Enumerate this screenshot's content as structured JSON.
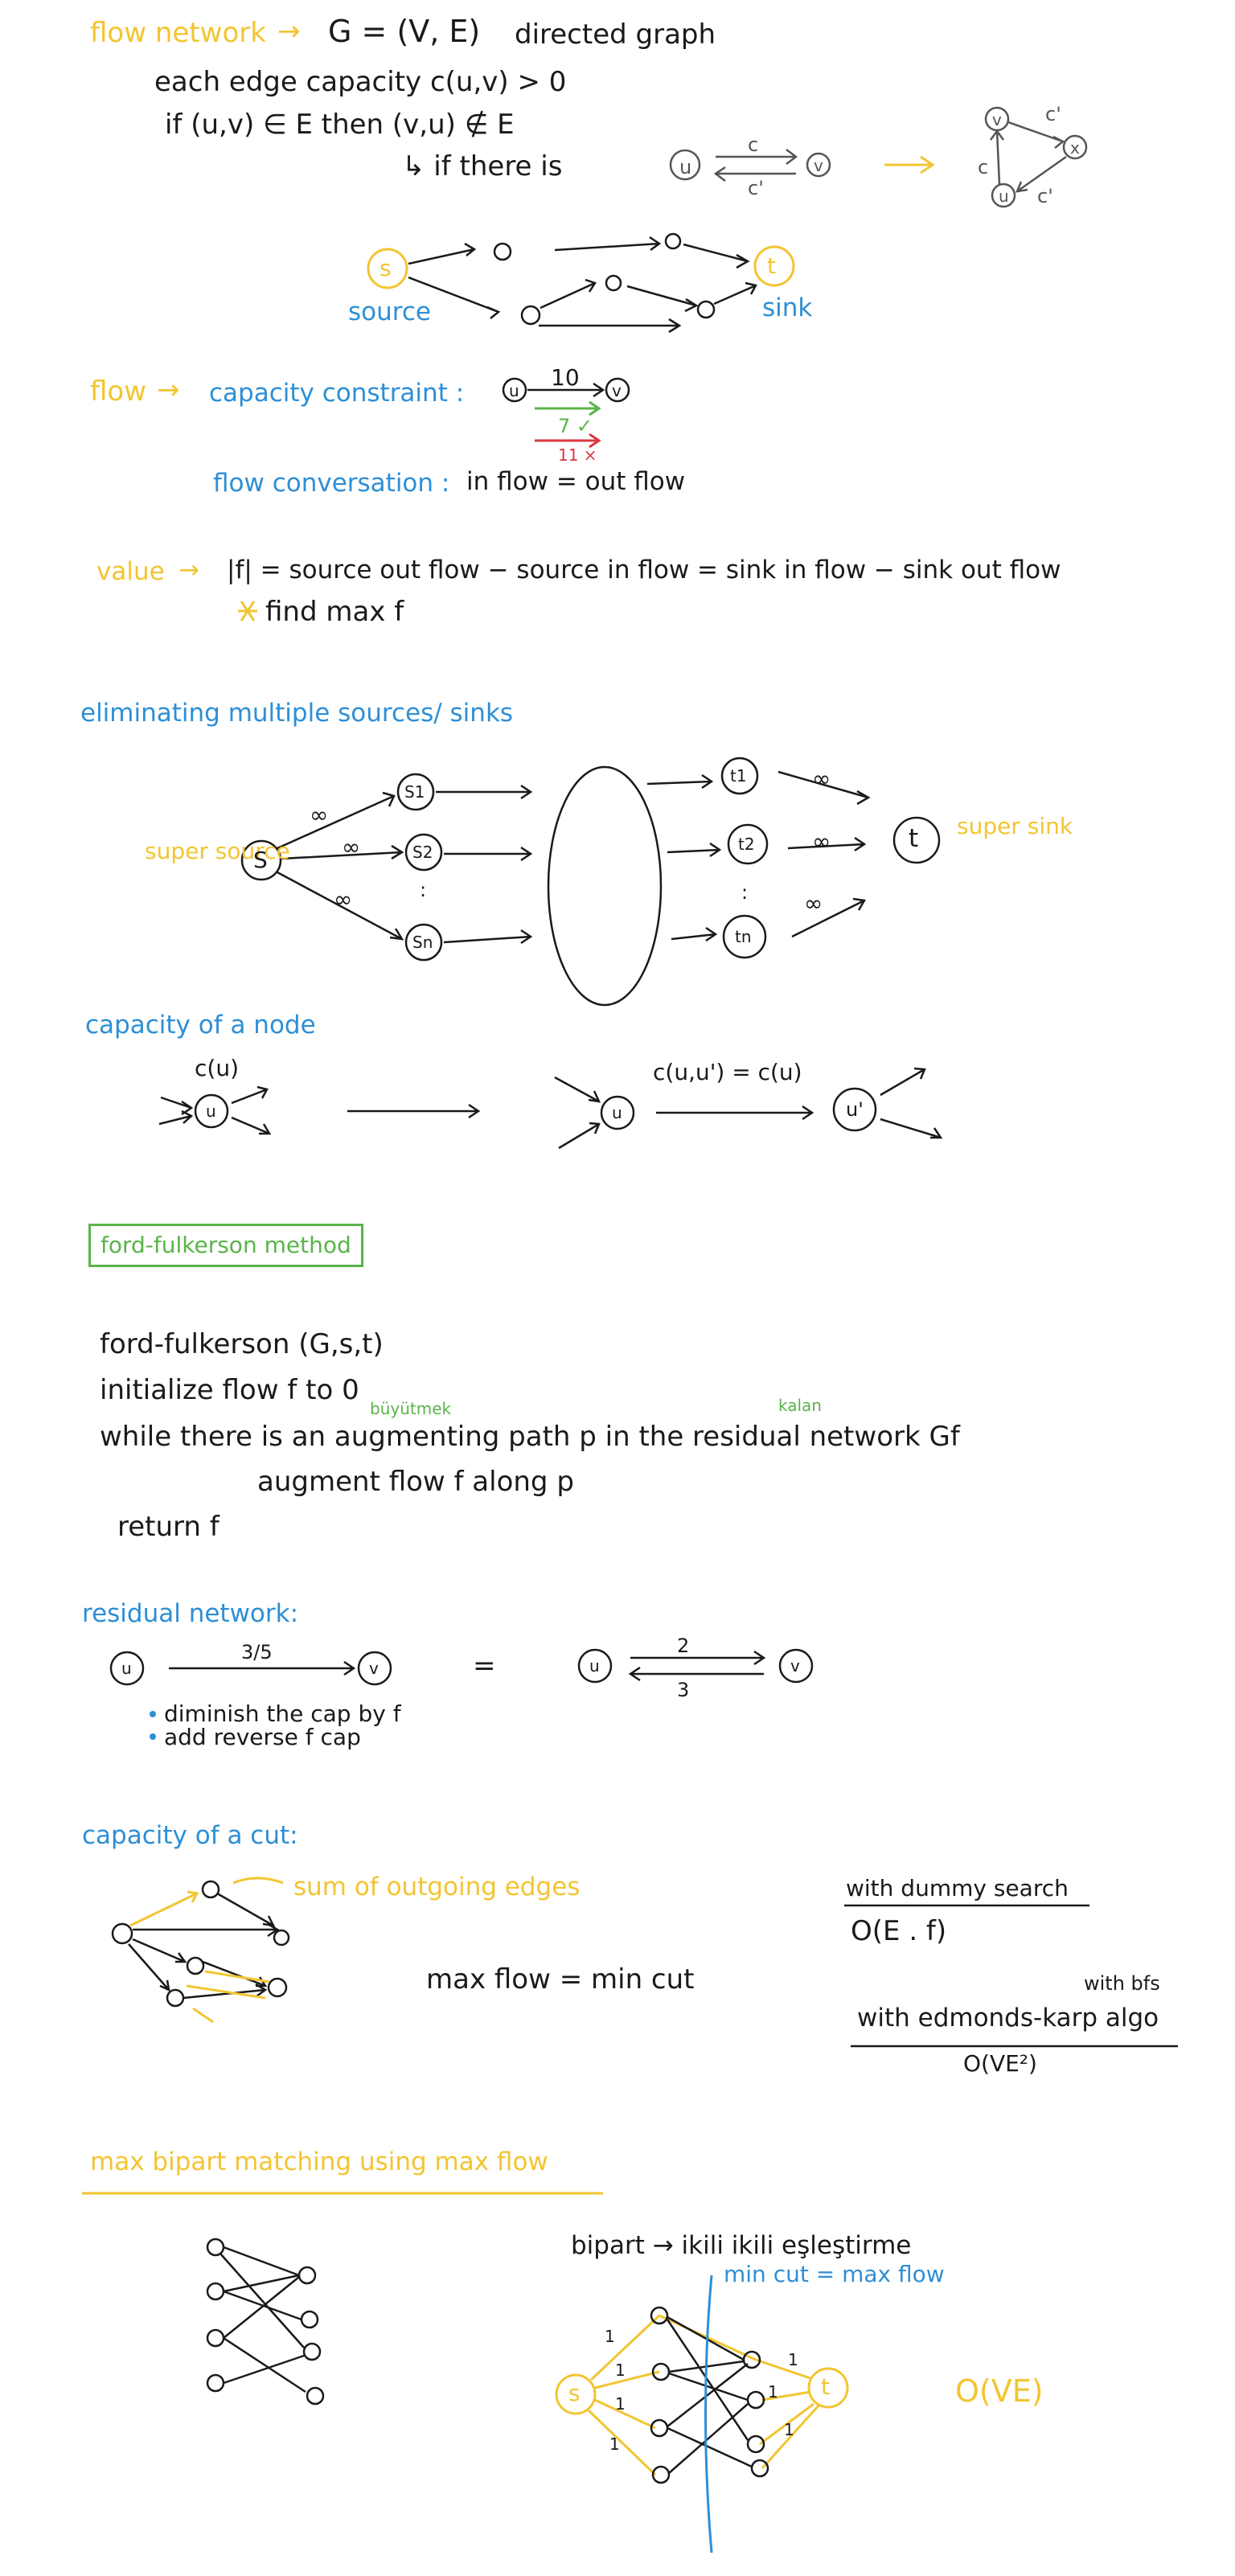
{
  "colors": {
    "ink": "#1a1a1a",
    "yellow": "#f2c531",
    "blue": "#2d8fd6",
    "green": "#5ab44a",
    "red": "#d9373f"
  },
  "s1": {
    "label": "flow network",
    "arrow": "→",
    "def": "G = (V, E)",
    "kind": "directed graph",
    "l2": "each edge capacity c(u,v) > 0",
    "l3": "if (u,v) ∈ E then (v,u) ∉ E",
    "l4": "↳ if there is",
    "c": "c",
    "c2": "c'",
    "u": "u",
    "v": "v",
    "x": "x",
    "s": "s",
    "t": "t",
    "source": "source",
    "sink": "sink"
  },
  "s2": {
    "flow": "flow",
    "capacity_constraint": "capacity constraint :",
    "u": "u",
    "v": "v",
    "cap": "10",
    "ok_val": "7 ✓",
    "bad_val": "11 ×",
    "conservation": "flow conversation :",
    "conservation_eq": "in flow = out flow",
    "value_label": "value",
    "value_eq": "|f| = source out flow − source in flow = sink in flow − sink out flow",
    "find_max": "find max f"
  },
  "s3": {
    "title": "eliminating multiple sources/ sinks",
    "super_source": "super source",
    "super_sink": "super sink",
    "S": "S",
    "s1": "S1",
    "s2": "S2",
    "sn": "Sn",
    "t1": "t1",
    "t2": "t2",
    "tn": "tn",
    "T": "t",
    "inf": "∞",
    "dots": ":"
  },
  "s4": {
    "title": "capacity of a node",
    "cu": "c(u)",
    "u": "u",
    "u2": "u'",
    "eq": "c(u,u') = c(u)"
  },
  "s5": {
    "box": "ford-fulkerson method",
    "l1": "ford-fulkerson (G,s,t)",
    "l2": "initialize flow f to 0",
    "l3": "while there is an augmenting path p in the residual network Gf",
    "note_aug": "büyütmek",
    "note_res": "kalan",
    "l4": "augment flow f along p",
    "l5": "return f"
  },
  "s6": {
    "title": "residual network:",
    "u": "u",
    "v": "v",
    "label": "3/5",
    "eq": "=",
    "top": "2",
    "bot": "3",
    "b1": "diminish the cap by f",
    "b2": "add reverse f cap"
  },
  "s7": {
    "title": "capacity of a cut:",
    "sum": "sum of outgoing edges",
    "mfmc": "max flow = min cut",
    "dummy": "with dummy search",
    "dummy_c": "O(E . f)",
    "bfs": "with bfs",
    "ek": "with edmonds-karp algo",
    "ek_c": "O(VE²)"
  },
  "s8": {
    "title": "max bipart matching using max flow",
    "desc": "bipart → ikili ikili eşleştirme",
    "mincut": "min cut = max flow",
    "s": "s",
    "t": "t",
    "one": "1",
    "complexity": "O(VE)"
  }
}
